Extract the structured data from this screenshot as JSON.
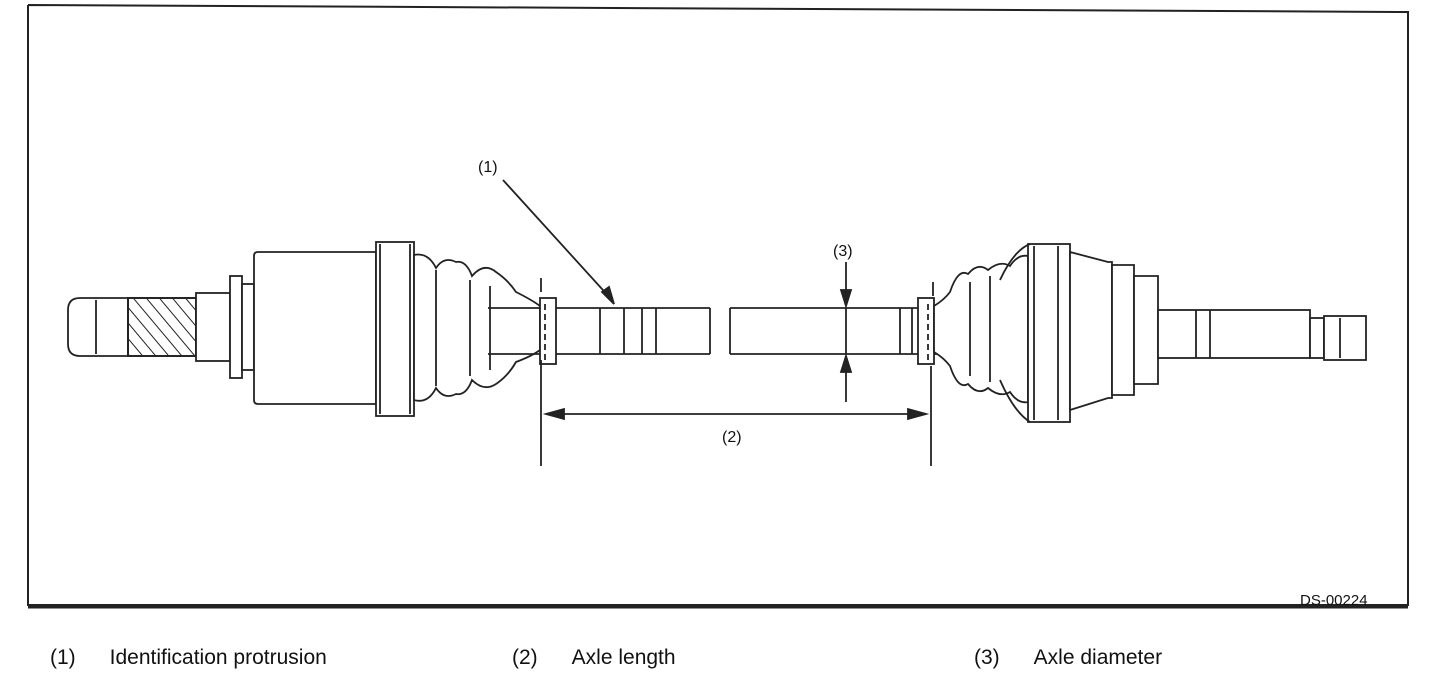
{
  "diagram": {
    "figure_id": "DS-00224",
    "callouts": {
      "c1": "(1)",
      "c2": "(2)",
      "c3": "(3)"
    }
  },
  "legend": [
    {
      "num": "(1)",
      "text": "Identification protrusion"
    },
    {
      "num": "(2)",
      "text": "Axle length"
    },
    {
      "num": "(3)",
      "text": "Axle diameter"
    }
  ]
}
